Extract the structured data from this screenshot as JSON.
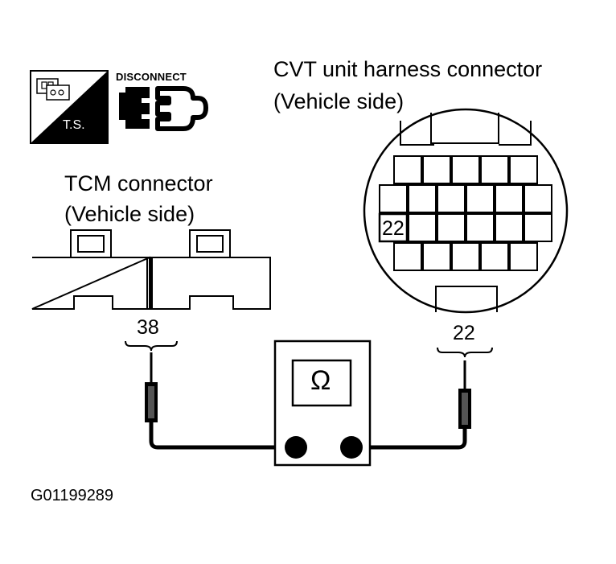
{
  "icons": {
    "ts_label": "T.S.",
    "disconnect_label": "DISCONNECT"
  },
  "cvt": {
    "title_line1": "CVT unit harness connector",
    "title_line2": "(Vehicle side)",
    "terminal_in_view": "22",
    "terminal_label": "22"
  },
  "tcm": {
    "title_line1": "TCM connector",
    "title_line2": "(Vehicle side)",
    "terminal_label": "38"
  },
  "meter": {
    "symbol": "Ω"
  },
  "figure_id": "G01199289"
}
